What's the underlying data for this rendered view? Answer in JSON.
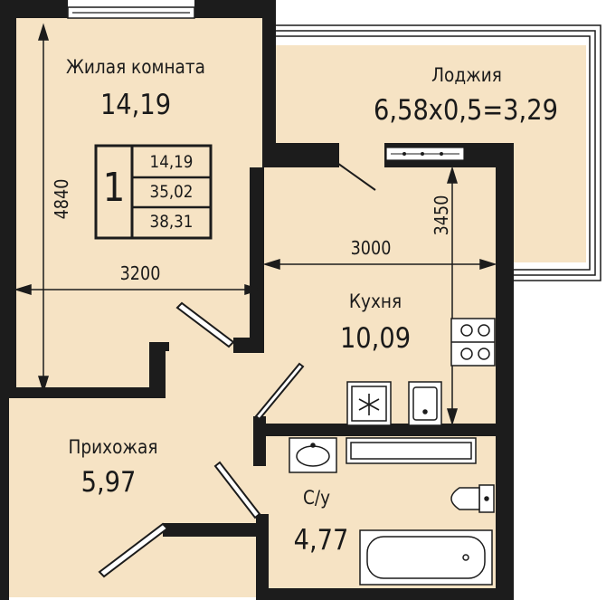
{
  "rooms": {
    "living": {
      "name": "Жилая комната",
      "area": "14,19"
    },
    "loggia": {
      "name": "Лоджия",
      "area": "6,58х0,5=3,29"
    },
    "kitchen": {
      "name": "Кухня",
      "area": "10,09"
    },
    "hallway": {
      "name": "Прихожая",
      "area": "5,97"
    },
    "bathroom": {
      "name": "С/у",
      "area": "4,77"
    }
  },
  "summary": {
    "rooms_count": "1",
    "living_area": "14,19",
    "total_area": "35,02",
    "total_with_loggia": "38,31"
  },
  "dimensions": {
    "living_height": "4840",
    "living_width": "3200",
    "kitchen_width": "3000",
    "kitchen_height": "3450"
  },
  "colors": {
    "floor": "#f6e3c4",
    "wall": "#1c1c1c",
    "line": "#1c1c1c"
  }
}
